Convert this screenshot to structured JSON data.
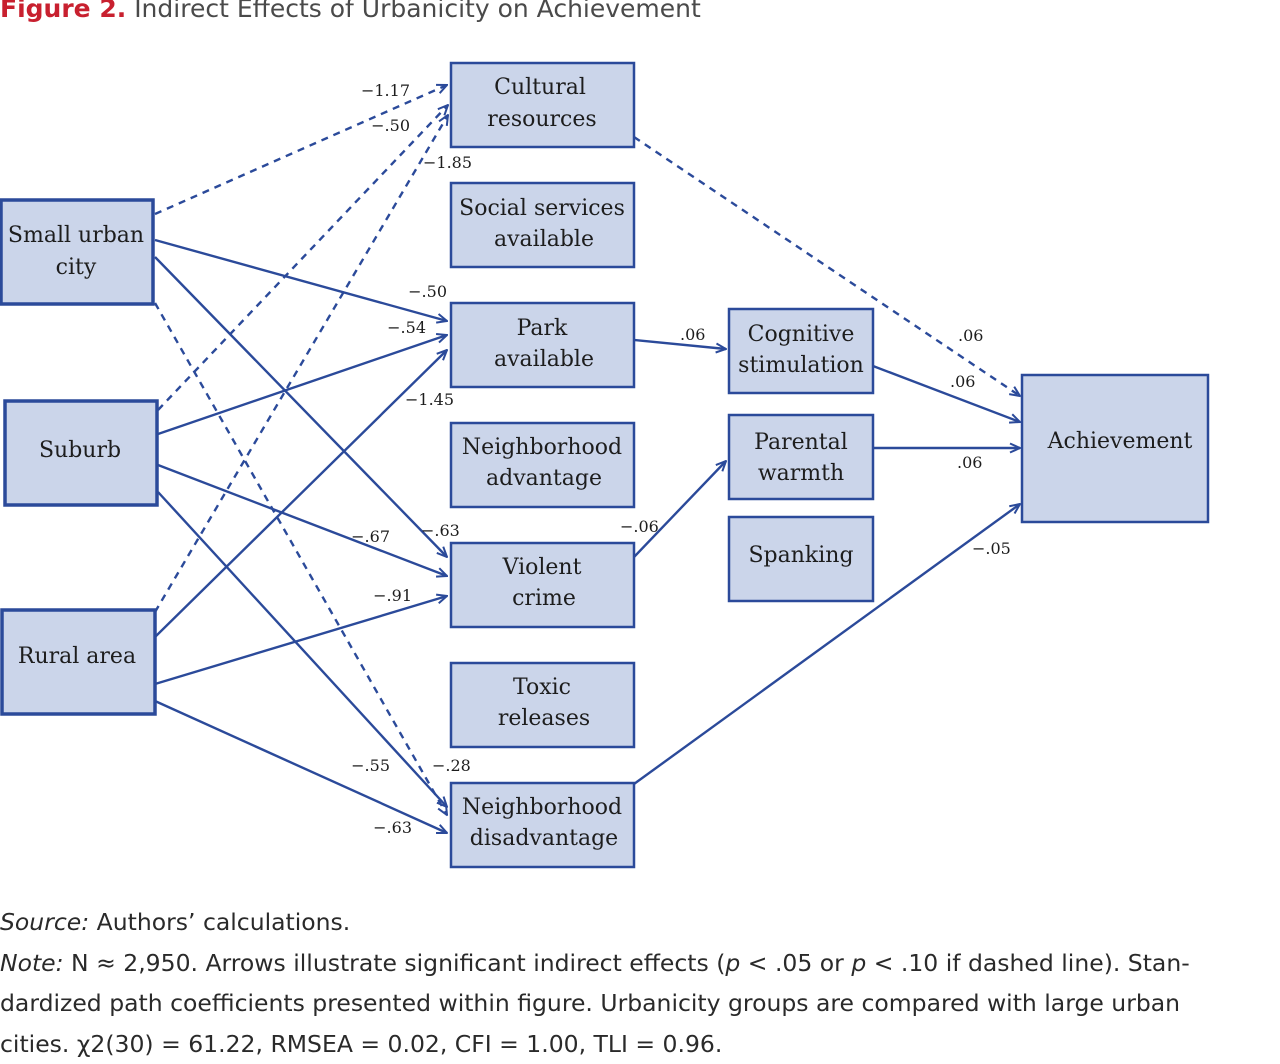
{
  "title": {
    "lead": "Figure 2.",
    "text": "Indirect Effects of Urbanicity on Achievement"
  },
  "nodes": {
    "small_urban": [
      "Small urban",
      "city"
    ],
    "suburb": [
      "Suburb"
    ],
    "rural": [
      "Rural area"
    ],
    "cultural": [
      "Cultural",
      "resources"
    ],
    "social": [
      "Social services",
      "available"
    ],
    "park": [
      "Park",
      "available"
    ],
    "nadv": [
      "Neighborhood",
      "advantage"
    ],
    "crime": [
      "Violent",
      "crime"
    ],
    "toxic": [
      "Toxic",
      "releases"
    ],
    "ndis": [
      "Neighborhood",
      "disadvantage"
    ],
    "cog": [
      "Cognitive",
      "stimulation"
    ],
    "warmth": [
      "Parental",
      "warmth"
    ],
    "spank": [
      "Spanking"
    ],
    "achieve": [
      "Achievement"
    ]
  },
  "edges": [
    {
      "id": "small-cultural",
      "from": "small_urban",
      "to": "cultural",
      "style": "dashed",
      "label": "−1.17"
    },
    {
      "id": "suburb-cultural",
      "from": "suburb",
      "to": "cultural",
      "style": "dashed",
      "label": "−.50"
    },
    {
      "id": "rural-cultural",
      "from": "rural",
      "to": "cultural",
      "style": "dashed",
      "label": "−1.85"
    },
    {
      "id": "small-park",
      "from": "small_urban",
      "to": "park",
      "style": "solid",
      "label": "−.50"
    },
    {
      "id": "suburb-park",
      "from": "suburb",
      "to": "park",
      "style": "solid",
      "label": "−.54"
    },
    {
      "id": "rural-park",
      "from": "rural",
      "to": "park",
      "style": "solid",
      "label": "−1.45"
    },
    {
      "id": "small-crime",
      "from": "small_urban",
      "to": "crime",
      "style": "solid",
      "label": "−.63"
    },
    {
      "id": "suburb-crime",
      "from": "suburb",
      "to": "crime",
      "style": "solid",
      "label": "−.67"
    },
    {
      "id": "rural-crime",
      "from": "rural",
      "to": "crime",
      "style": "solid",
      "label": "−.91"
    },
    {
      "id": "small-ndis",
      "from": "small_urban",
      "to": "ndis",
      "style": "dashed",
      "label": "−.28"
    },
    {
      "id": "suburb-ndis",
      "from": "suburb",
      "to": "ndis",
      "style": "solid",
      "label": "−.55"
    },
    {
      "id": "rural-ndis",
      "from": "rural",
      "to": "ndis",
      "style": "solid",
      "label": "−.63"
    },
    {
      "id": "park-cog",
      "from": "park",
      "to": "cog",
      "style": "solid",
      "label": ".06"
    },
    {
      "id": "crime-warmth",
      "from": "crime",
      "to": "warmth",
      "style": "solid",
      "label": "−.06"
    },
    {
      "id": "cultural-achieve",
      "from": "cultural",
      "to": "achieve",
      "style": "dashed",
      "label": ".06"
    },
    {
      "id": "cog-achieve",
      "from": "cog",
      "to": "achieve",
      "style": "solid",
      "label": ".06"
    },
    {
      "id": "warmth-achieve",
      "from": "warmth",
      "to": "achieve",
      "style": "solid",
      "label": ".06"
    },
    {
      "id": "ndis-achieve",
      "from": "ndis",
      "to": "achieve",
      "style": "solid",
      "label": "−.05"
    }
  ],
  "source": {
    "lead": "Source:",
    "text": "Authors’ calculations."
  },
  "note": {
    "lead": "Note:",
    "text1": "N ≈ 2,950. Arrows illustrate significant indirect effects (",
    "p1": "p",
    "text2": " < .05 or ",
    "p2": "p",
    "text3": " < .10 if dashed line). Stan-",
    "line2": "dardized path coefficients presented within figure. Urbanicity groups are compared with large urban",
    "line3": "cities. χ2(30) = 61.22, RMSEA = 0.02, CFI = 1.00, TLI = 0.96."
  },
  "colors": {
    "title_lead": "#c8202f",
    "box_fill": "#cbd5ea",
    "box_stroke": "#2b4a9a",
    "arrow": "#2b4a9a"
  }
}
